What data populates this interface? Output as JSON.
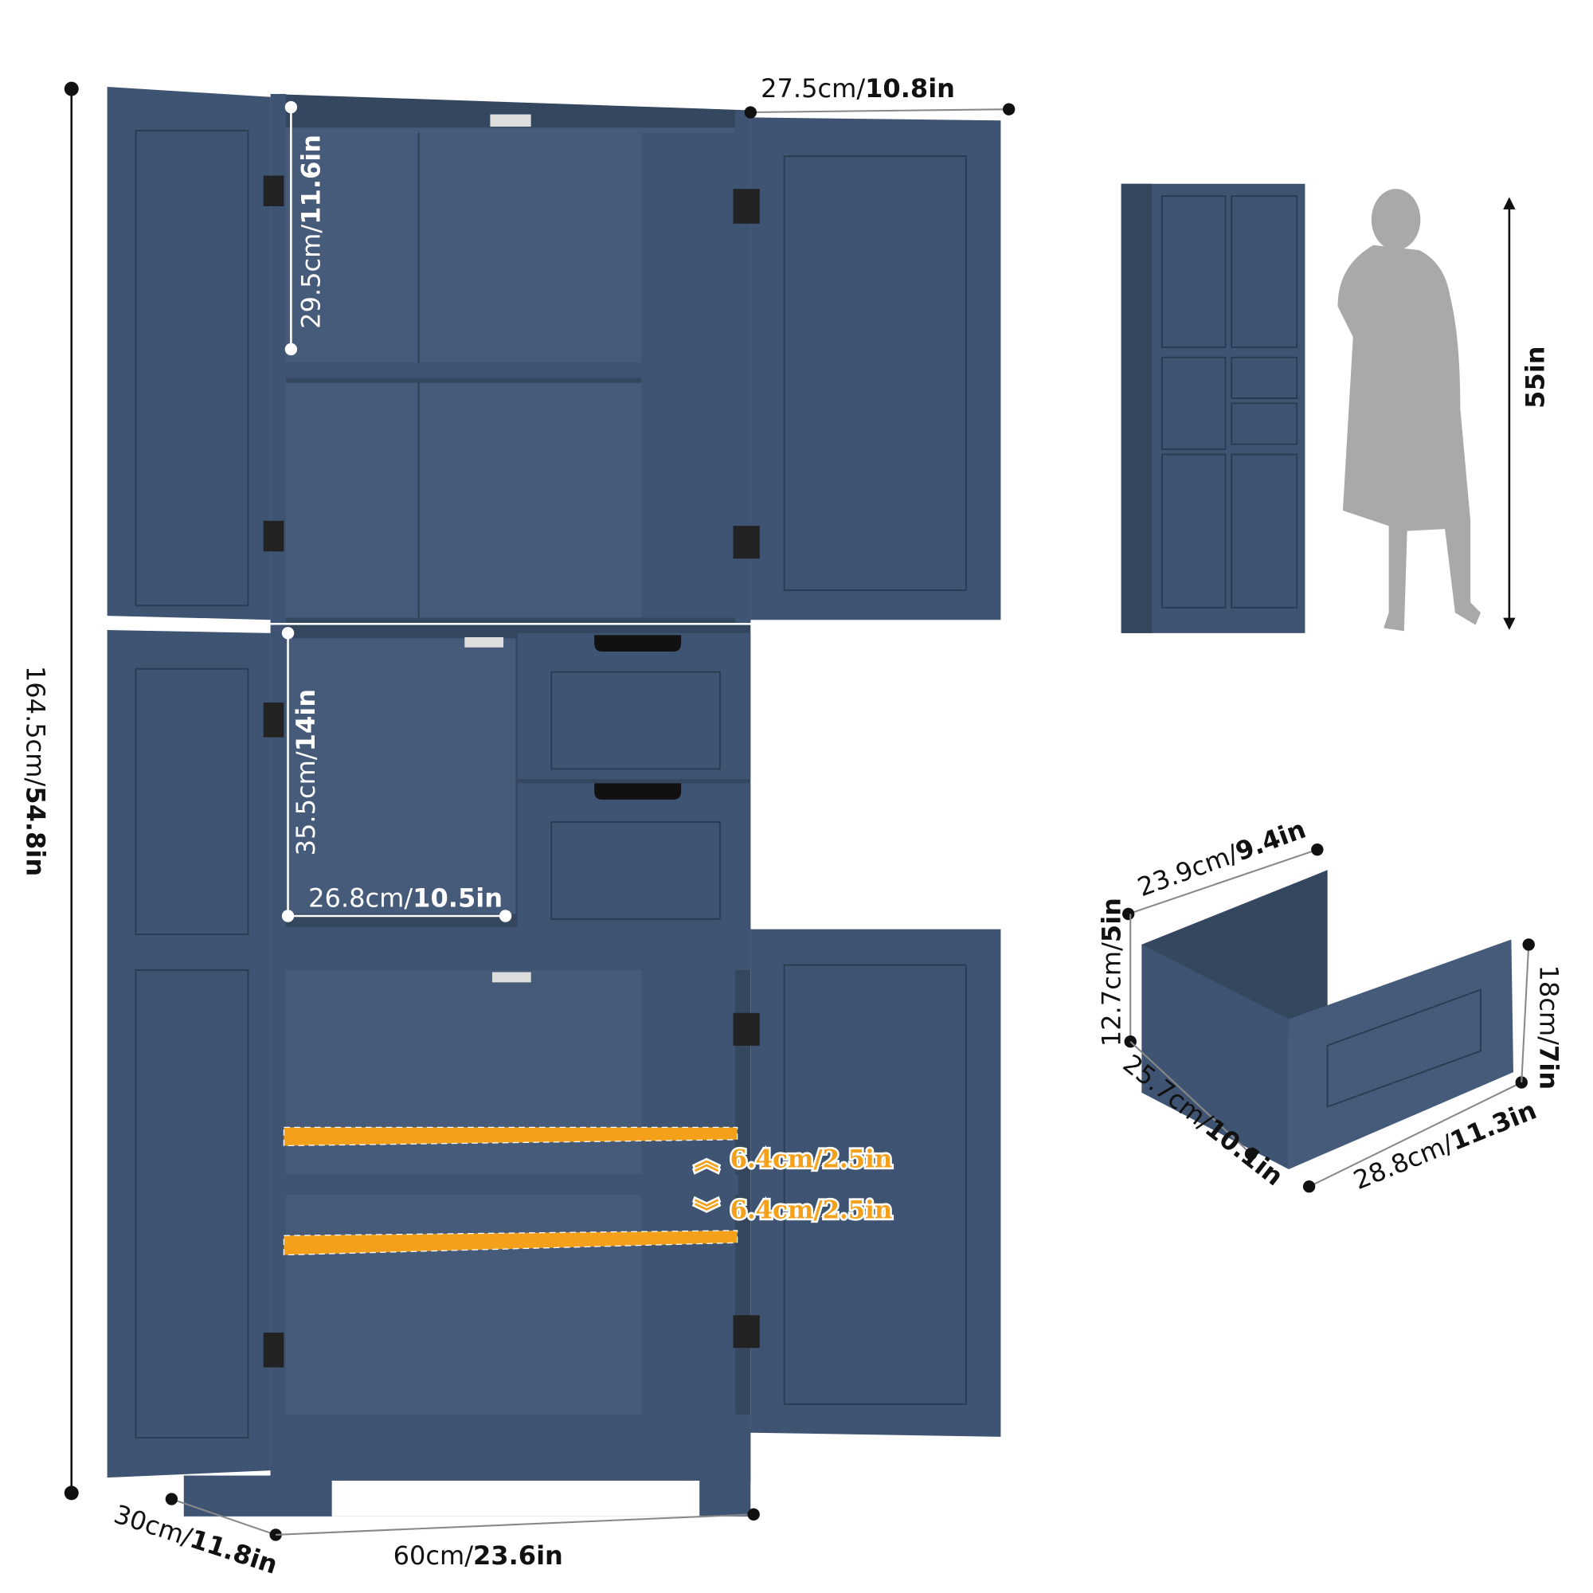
{
  "dimensions": {
    "total_height": {
      "cm": "164.5cm/",
      "in": "54.8in"
    },
    "top_depth": {
      "cm": "27.5cm/",
      "in": "10.8in"
    },
    "upper_compartment_height": {
      "cm": "29.5cm/",
      "in": "11.6in"
    },
    "middle_compartment_height": {
      "cm": "35.5cm/",
      "in": "14in"
    },
    "middle_compartment_width": {
      "cm": "26.8cm/",
      "in": "10.5in"
    },
    "base_depth": {
      "cm": "30cm/",
      "in": "11.8in"
    },
    "base_width": {
      "cm": "60cm/",
      "in": "23.6in"
    },
    "shelf_adjust_up": "6.4cm/2.5in",
    "shelf_adjust_down": "6.4cm/2.5in",
    "comparison_height": "55in"
  },
  "drawer": {
    "inner_width": {
      "cm": "23.9cm/",
      "in": "9.4in"
    },
    "inner_height": {
      "cm": "12.7cm/",
      "in": "5in"
    },
    "depth": {
      "cm": "25.7cm/",
      "in": "10.1in"
    },
    "front_width": {
      "cm": "28.8cm/",
      "in": "11.3in"
    },
    "front_height": {
      "cm": "18cm/",
      "in": "7in"
    }
  },
  "colors": {
    "cabinet": "#3f5473",
    "highlight": "#f5a01a",
    "silhouette": "#a9a9a9"
  }
}
